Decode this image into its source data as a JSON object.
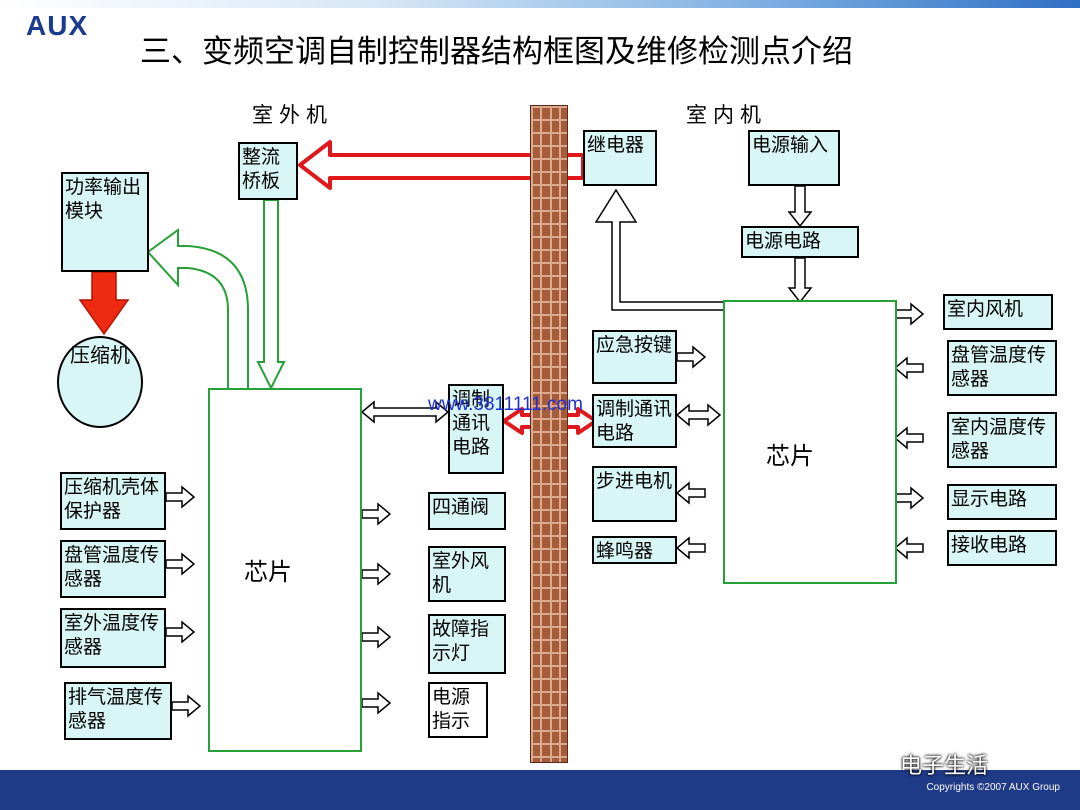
{
  "header": {
    "logo": "AUX",
    "title": "三、变频空调自制控制器结构框图及维修检测点介绍"
  },
  "sides": {
    "outdoor": "室外机",
    "indoor": "室内机"
  },
  "outdoor": {
    "power_module": "功率输出模块",
    "rectifier": "整流桥板",
    "compressor": "压缩机",
    "chip": "芯片",
    "comm": "调制通讯电路",
    "inputs": [
      "压缩机壳体保护器",
      "盘管温度传感器",
      "室外温度传感器",
      "排气温度传感器"
    ],
    "outputs": [
      "四通阀",
      "室外风机",
      "故障指示灯",
      "电源指示"
    ]
  },
  "indoor": {
    "relay": "继电器",
    "power_input": "电源输入",
    "power_circuit": "电源电路",
    "chip": "芯片",
    "left": [
      "应急按键",
      "调制通讯电路",
      "步进电机",
      "蜂鸣器"
    ],
    "right": [
      "室内风机",
      "盘管温度传感器",
      "室内温度传感器",
      "显示电路",
      "接收电路"
    ]
  },
  "watermark": "www.3811111.com",
  "footer": {
    "brand": "电子生活",
    "copyright": "Copyrights ©2007  AUX Group"
  },
  "colors": {
    "chip_border": "#27a038",
    "box_fill": "#d9f6f6",
    "relay_link": "#e0171b",
    "footer": "#1f3a86"
  }
}
